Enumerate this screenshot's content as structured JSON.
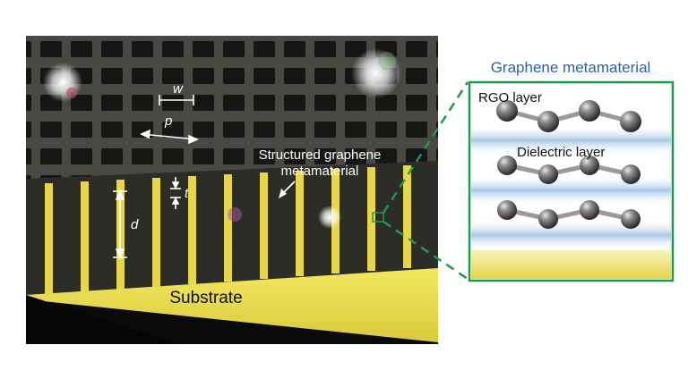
{
  "figure": {
    "panel_title": "Graphene metamaterial",
    "labels": {
      "width": "w",
      "period": "p",
      "thickness": "t",
      "depth": "d",
      "structured_line1": "Structured graphene",
      "structured_line2": "metamaterial",
      "substrate": "Substrate",
      "rgo_layer": "RGO layer",
      "dielectric_layer": "Dielectric layer"
    },
    "colors": {
      "title_blue": "#2f5fa6",
      "frame_green": "#1f9a4a",
      "substrate_yellow": "#e8dc4a",
      "grid_dark": "#3b3a35"
    }
  }
}
